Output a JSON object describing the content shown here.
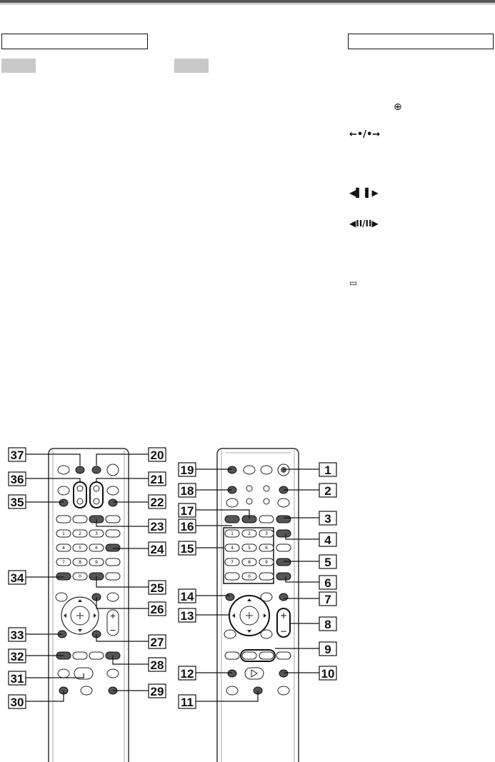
{
  "header": {
    "left_box_label": "",
    "right_box_label": ""
  },
  "tags": [
    "",
    ""
  ],
  "symbols": {
    "plus_circle": "⊕",
    "arrows": "←•/•→",
    "step": "◀▌ ▌▶",
    "slow": "◀II/II▶",
    "subtitle": "▭"
  },
  "left_remote": {
    "callouts": [
      "37",
      "20",
      "36",
      "21",
      "35",
      "22",
      "23",
      "24",
      "34",
      "25",
      "26",
      "33",
      "27",
      "32",
      "28",
      "31",
      "30",
      "29"
    ],
    "number_keys": [
      "1",
      "2",
      "3",
      "4",
      "5",
      "6",
      "7",
      "8",
      "9",
      "0"
    ]
  },
  "right_remote": {
    "callouts": [
      "19",
      "1",
      "18",
      "2",
      "17",
      "3",
      "16",
      "4",
      "15",
      "5",
      "6",
      "14",
      "7",
      "13",
      "8",
      "9",
      "12",
      "10",
      "11"
    ],
    "number_keys": [
      "1",
      "2",
      "3",
      "4",
      "5",
      "6",
      "7",
      "8",
      "9",
      "0"
    ]
  }
}
